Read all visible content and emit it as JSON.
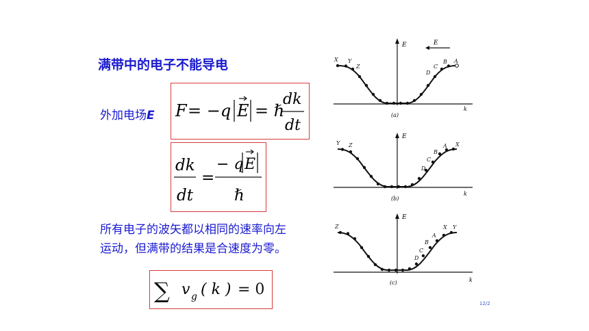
{
  "slide": {
    "title": "满带中的电子不能导电",
    "field_label_prefix": "外加电场",
    "field_label_var": "E",
    "eq1": {
      "lhs": "F",
      "mid": "= −q",
      "E": "E",
      "eq": "= ℏ",
      "num": "dk",
      "den": "dt"
    },
    "eq2": {
      "num_l": "dk",
      "den_l": "dt",
      "eq": "=",
      "num_r": "− q",
      "E": "E",
      "den_r": "ℏ"
    },
    "paragraph": [
      "所有电子的波矢都以相同的速率向左",
      "运动，但满带的结果是合速度为零。"
    ],
    "eq3": {
      "sum": "∑",
      "v": "v",
      "sub": "g",
      "arg": "( k )",
      "rest": "= 0"
    },
    "corner_text": "12/2"
  },
  "figures": [
    {
      "caption": "(a)",
      "axis_e": "E",
      "axis_k": "k",
      "field_arrow": "E",
      "labels": [
        "X",
        "Y",
        "Z",
        "D",
        "C",
        "B",
        "A"
      ]
    },
    {
      "caption": "(b)",
      "axis_e": "E",
      "axis_k": "k",
      "labels": [
        "Y",
        "Z",
        "D",
        "C",
        "B",
        "A",
        "X"
      ]
    },
    {
      "caption": "(c)",
      "axis_e": "E",
      "axis_k": "k",
      "labels": [
        "Z",
        "D",
        "C",
        "B",
        "A",
        "X",
        "Y"
      ]
    }
  ]
}
